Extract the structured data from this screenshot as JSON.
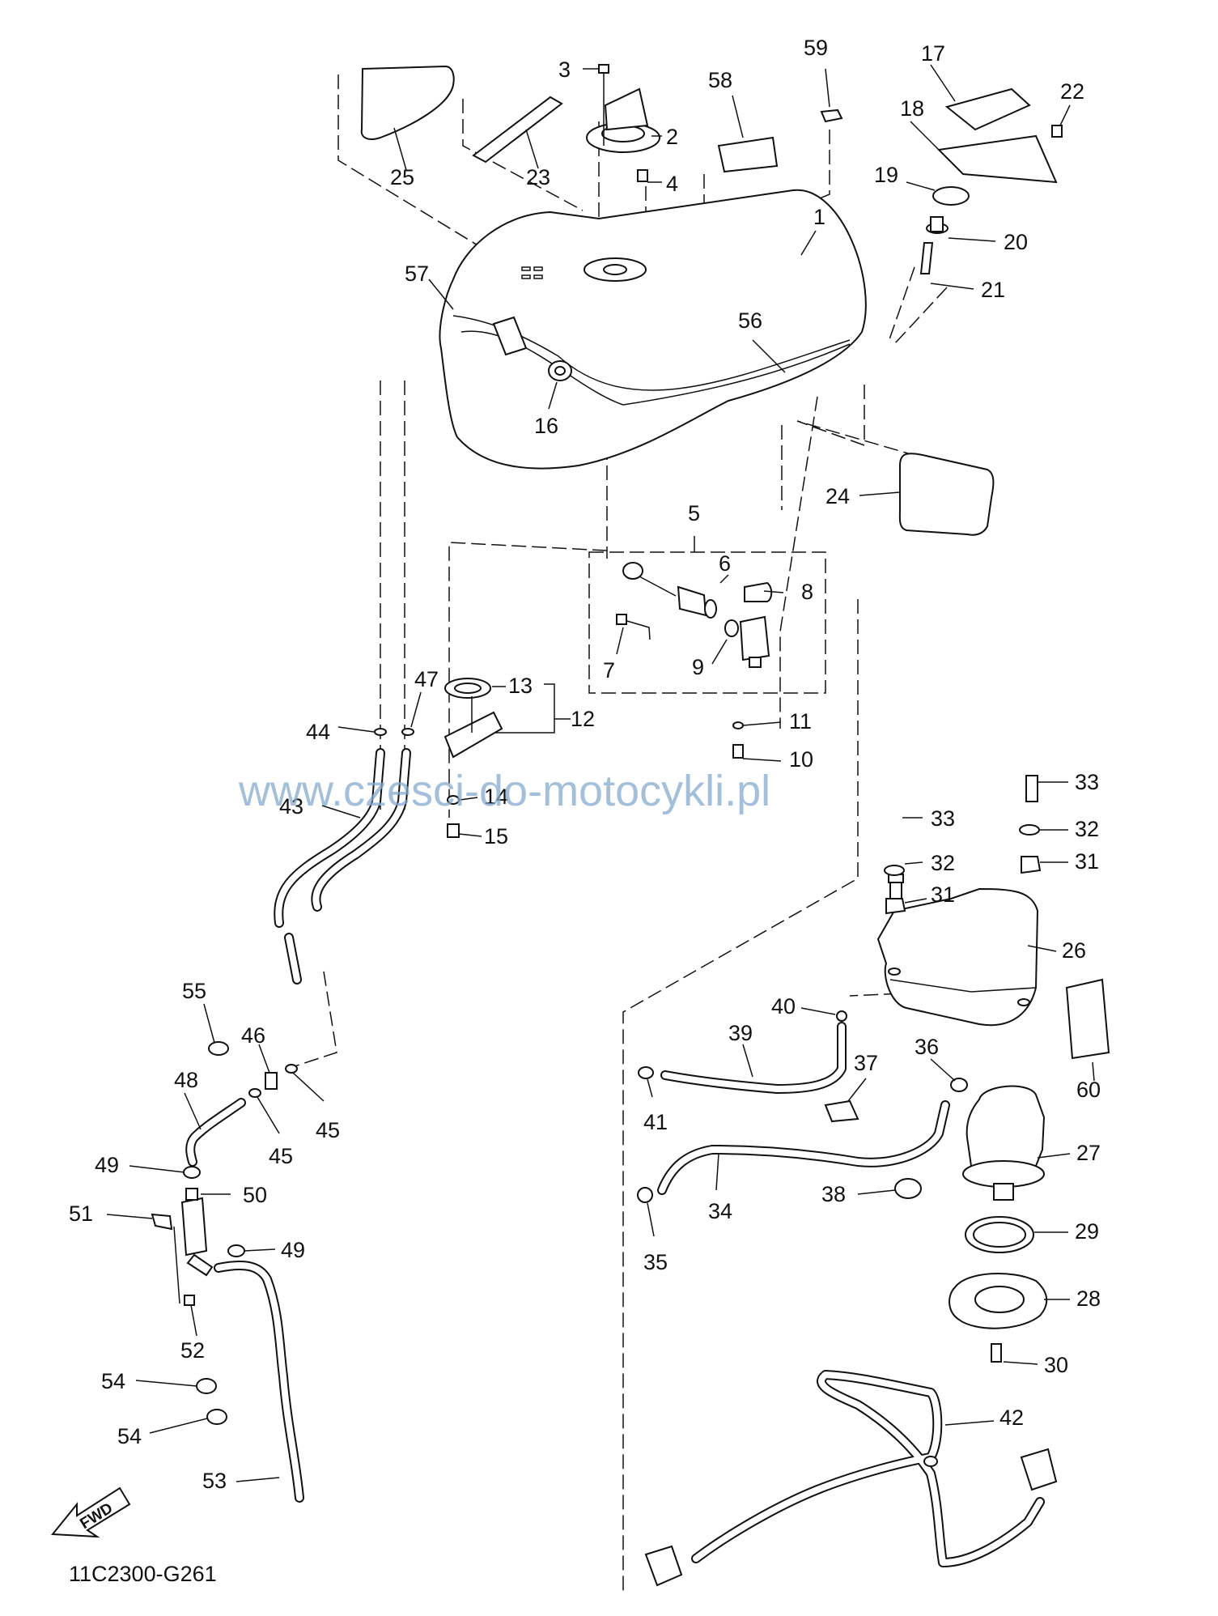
{
  "labels": {
    "l1": "1",
    "l2": "2",
    "l3": "3",
    "l4": "4",
    "l5": "5",
    "l6": "6",
    "l7": "7",
    "l8": "8",
    "l9": "9",
    "l10": "10",
    "l11": "11",
    "l12": "12",
    "l13": "13",
    "l14": "14",
    "l15": "15",
    "l16": "16",
    "l17": "17",
    "l18": "18",
    "l19": "19",
    "l20": "20",
    "l21": "21",
    "l22": "22",
    "l23": "23",
    "l24": "24",
    "l25": "25",
    "l26": "26",
    "l27": "27",
    "l28": "28",
    "l29": "29",
    "l30": "30",
    "l31a": "31",
    "l31b": "31",
    "l32a": "32",
    "l32b": "32",
    "l33a": "33",
    "l33b": "33",
    "l34": "34",
    "l35": "35",
    "l36": "36",
    "l37": "37",
    "l38": "38",
    "l39": "39",
    "l40": "40",
    "l41": "41",
    "l42": "42",
    "l43": "43",
    "l44": "44",
    "l45a": "45",
    "l45b": "45",
    "l46": "46",
    "l47": "47",
    "l48": "48",
    "l49a": "49",
    "l49b": "49",
    "l50": "50",
    "l51": "51",
    "l52": "52",
    "l53": "53",
    "l54a": "54",
    "l54b": "54",
    "l55": "55",
    "l56": "56",
    "l57": "57",
    "l58": "58",
    "l59": "59",
    "l60": "60"
  },
  "watermark": "www.czesci-do-motocykli.pl",
  "diagram_code": "11C2300-G261",
  "fwd_arrow": "FWD",
  "colors": {
    "line": "#111111",
    "watermark": "#86aacd",
    "background": "#ffffff"
  }
}
